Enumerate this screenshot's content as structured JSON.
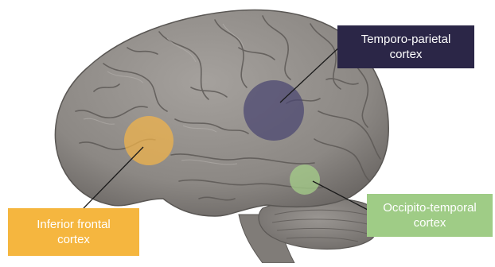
{
  "diagram": {
    "regions": [
      {
        "id": "temporo-parietal",
        "line1": "Temporo-parietal",
        "line2": "cortex",
        "fill": "#4a4570",
        "box_color": "#2b2647"
      },
      {
        "id": "occipito-temporal",
        "line1": "Occipito-temporal",
        "line2": "cortex",
        "fill": "#a6cf8a",
        "box_color": "#9fcc86"
      },
      {
        "id": "inferior-frontal",
        "line1": "Inferior frontal",
        "line2": "cortex",
        "fill": "#f2b44a",
        "box_color": "#f5b63f"
      }
    ],
    "colors": {
      "brain_fill": "#8e8a86",
      "brain_dark": "#6f6b68",
      "brain_light": "#b3afab",
      "leader_line": "#1a1a1a"
    }
  }
}
